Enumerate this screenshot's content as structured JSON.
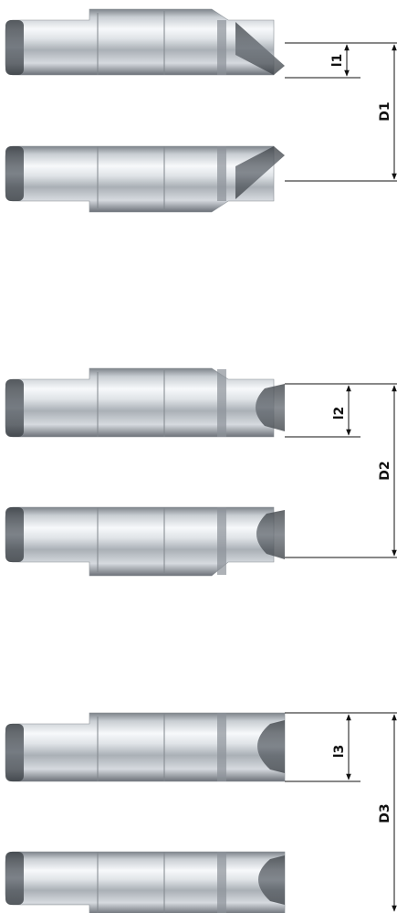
{
  "groups": [
    {
      "id": "group-1",
      "small_label": "l1",
      "large_label": "D1",
      "tools": [
        {
          "id": "tool-1a",
          "orientation": "top",
          "tip": "angled"
        },
        {
          "id": "tool-1b",
          "orientation": "bottom",
          "tip": "angled"
        }
      ]
    },
    {
      "id": "group-2",
      "small_label": "l2",
      "large_label": "D2",
      "tools": [
        {
          "id": "tool-2a",
          "orientation": "top",
          "tip": "angled-round"
        },
        {
          "id": "tool-2b",
          "orientation": "bottom",
          "tip": "angled-round"
        }
      ]
    },
    {
      "id": "group-3",
      "small_label": "l3",
      "large_label": "D3",
      "tools": [
        {
          "id": "tool-3a",
          "orientation": "top",
          "tip": "round"
        },
        {
          "id": "tool-3b",
          "orientation": "bottom",
          "tip": "round"
        }
      ]
    }
  ],
  "colors": {
    "steel_light": "#f4f6f8",
    "steel_mid": "#b9bec4",
    "steel_dark": "#6f757c",
    "tip_dark": "#4a4f55",
    "line": "#111111"
  }
}
